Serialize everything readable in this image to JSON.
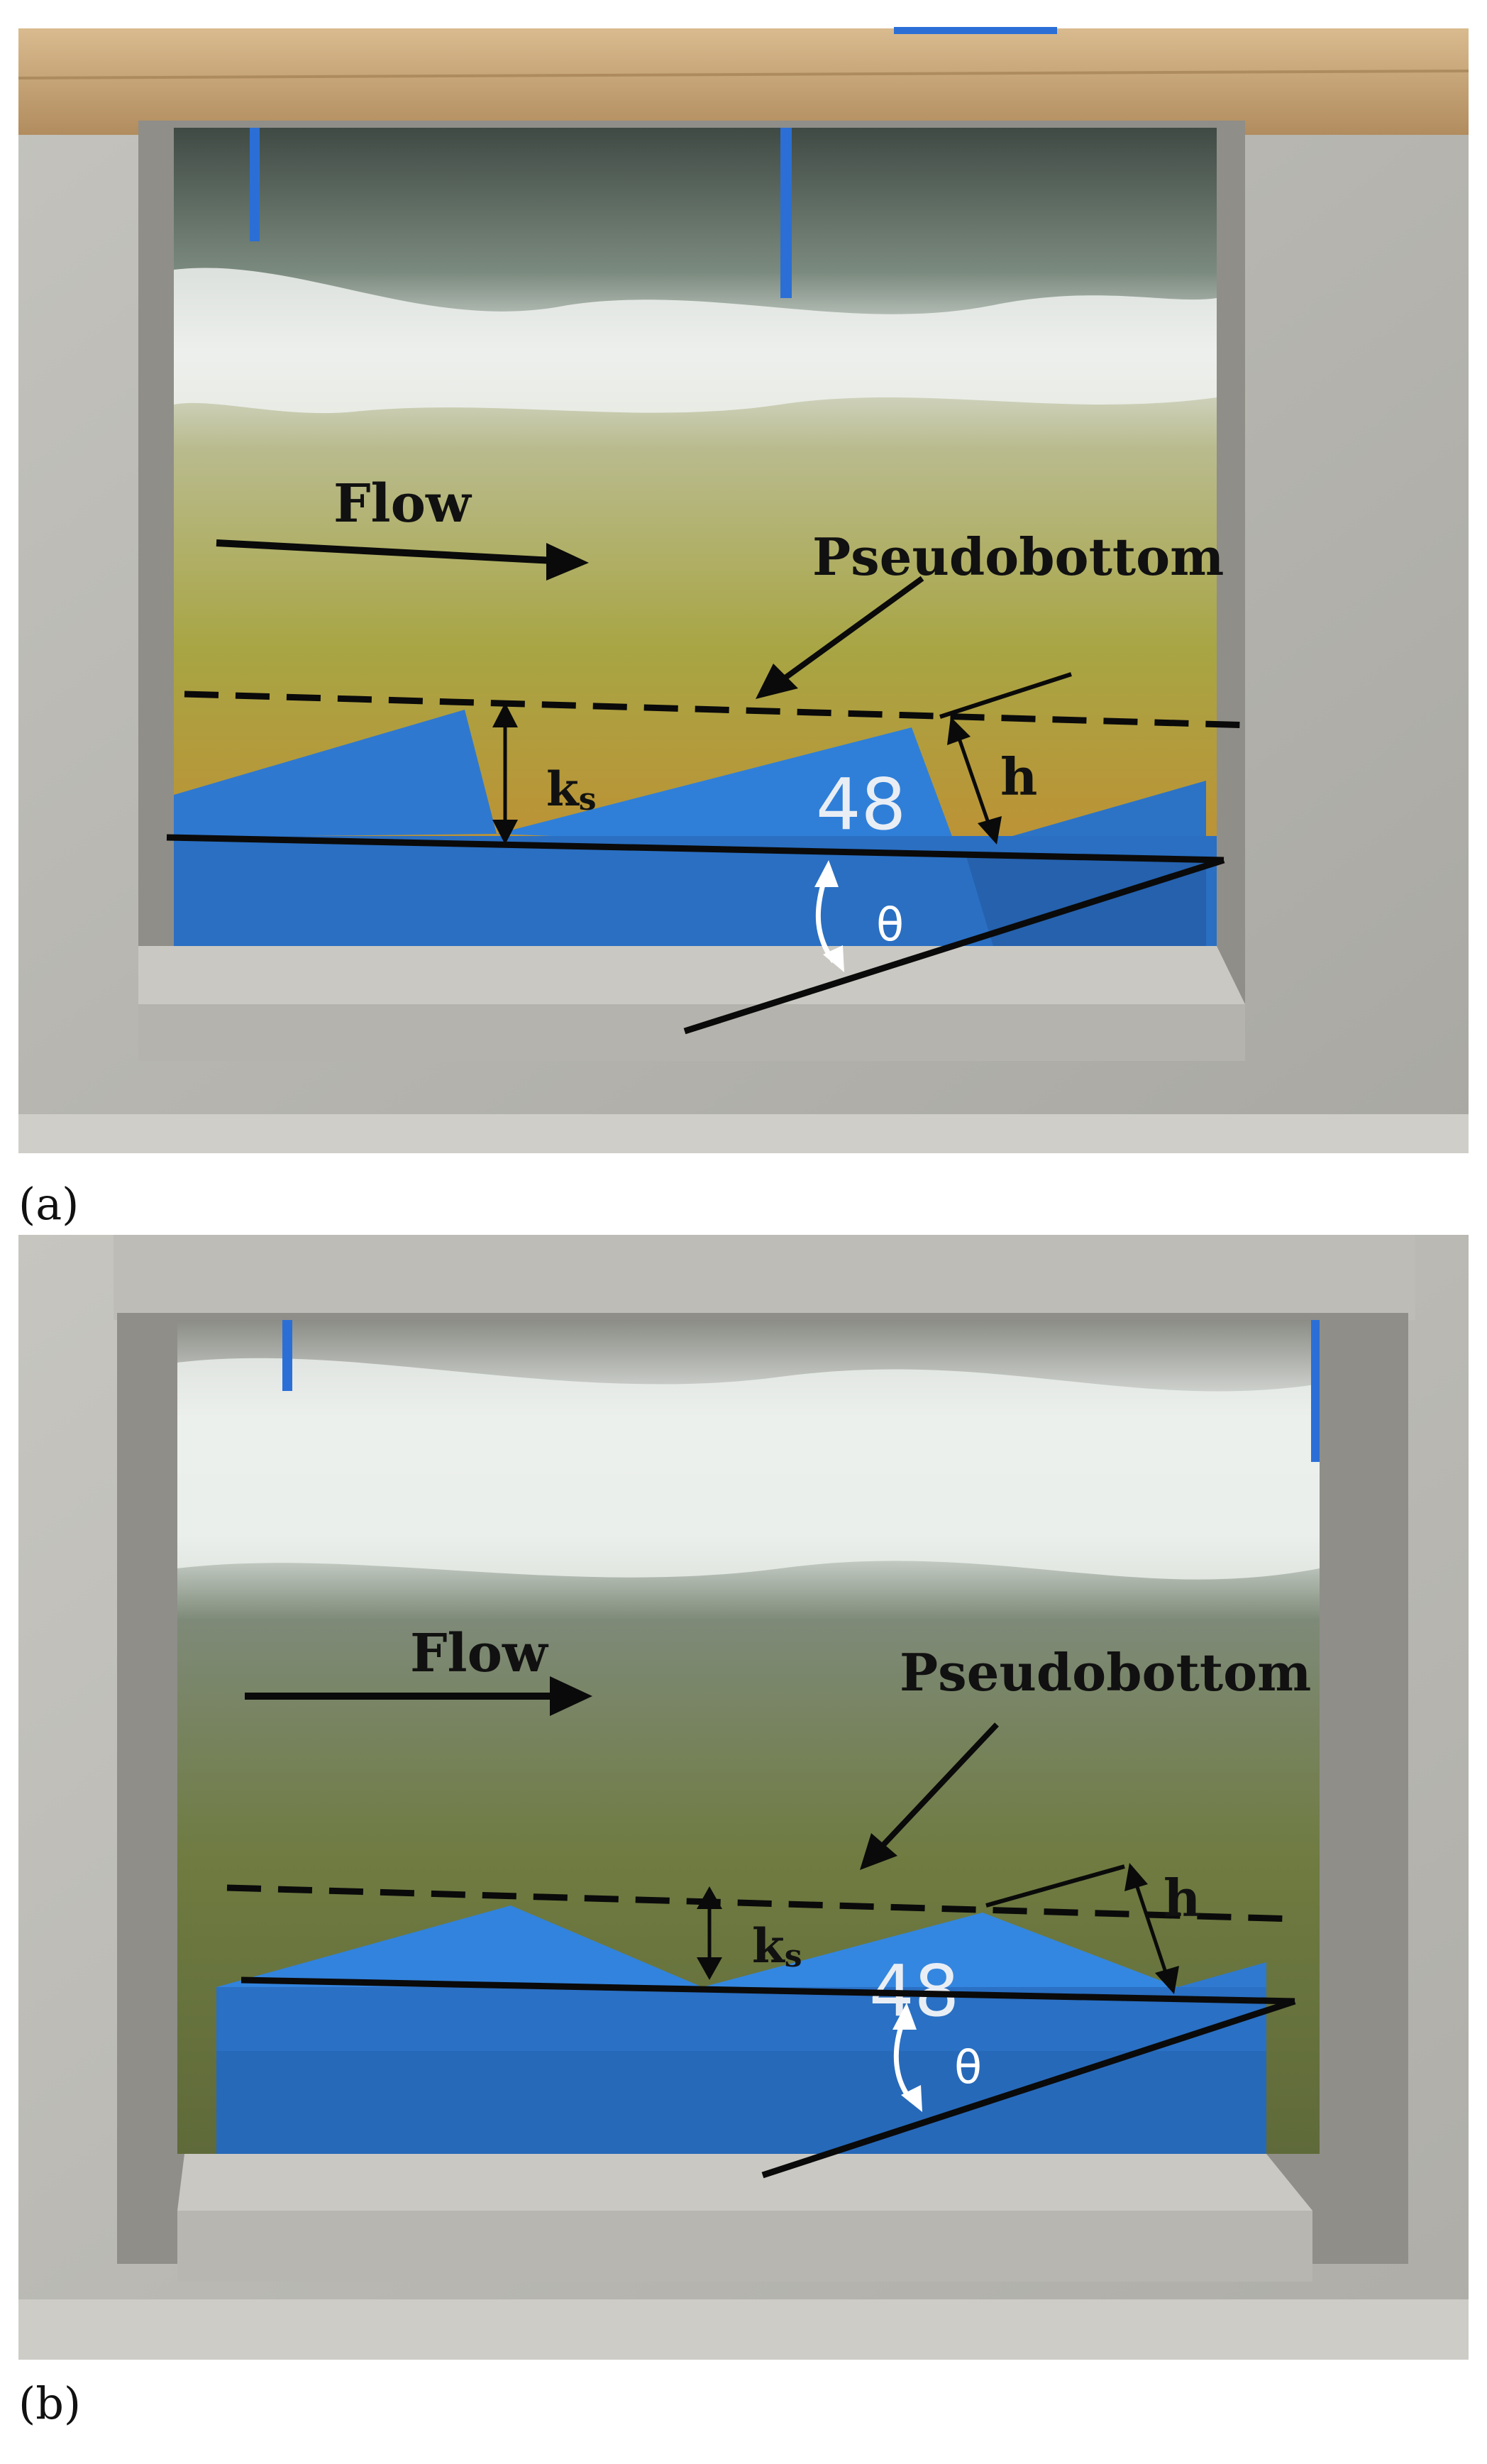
{
  "panels": [
    {
      "label": "(a)",
      "annotations": {
        "flow": "Flow",
        "pseudobottom": "Pseudobottom",
        "ks_main": "k",
        "ks_sub": "s",
        "h": "h",
        "theta": "θ",
        "number": "48"
      }
    },
    {
      "label": "(b)",
      "annotations": {
        "flow": "Flow",
        "pseudobottom": "Pseudobottom",
        "ks_main": "k",
        "ks_sub": "s",
        "h": "h",
        "theta": "θ",
        "number": "48"
      }
    }
  ],
  "colors": {
    "concrete": "#b9b8b3",
    "wood": "#c8a77d",
    "water_a": "#9c9a3c",
    "water_b": "#6e7a42",
    "foam": "#e8ece9",
    "blue_block": "#2f7ad0",
    "line": "#0a0a0a",
    "white_arrow": "#ffffff"
  }
}
